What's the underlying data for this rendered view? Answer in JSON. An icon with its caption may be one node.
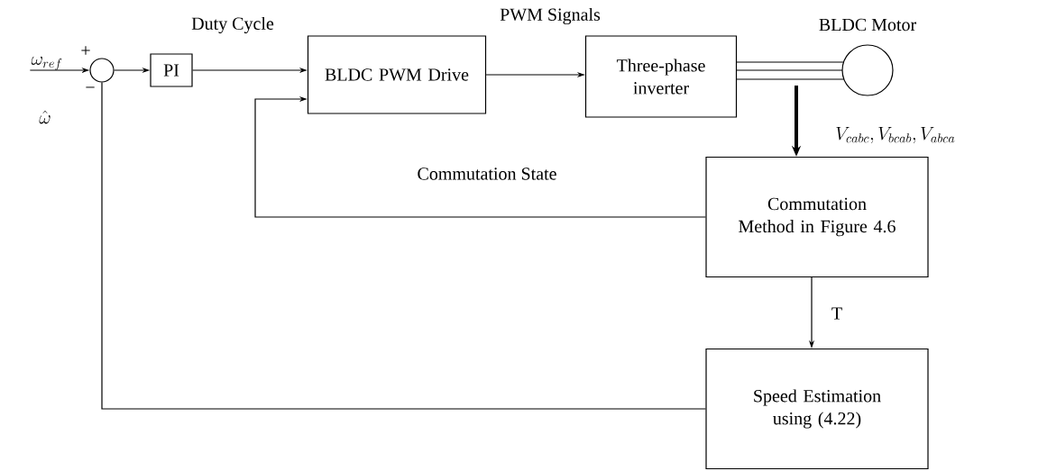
{
  "diagram": {
    "nodes": [
      {
        "text": [
          "\\omega_{ref}"
        ]
      },
      {
        "text": [],
        "shape": "circle"
      },
      {
        "text": [
          "PI"
        ]
      },
      {
        "text": [
          "BLDC PWM Drive"
        ]
      },
      {
        "text": [
          "Three-phase inverter"
        ]
      },
      {
        "text": [
          "BLDC Motor"
        ]
      },
      {
        "text": [
          "Commutation Method in Figure 4.6"
        ]
      },
      {
        "text": [
          "Speed Estimation using (4.22)"
        ]
      }
    ],
    "edges": [
      {
        "from": 0,
        "to": 1,
        "arrow": "to"
      },
      {
        "from": 1,
        "to": 2,
        "arrow": "to"
      },
      {
        "from": 2,
        "to": 3,
        "arrow": "to",
        "label": "Duty Cycle"
      },
      {
        "from": 3,
        "to": 4,
        "arrow": "to",
        "label": "PWM Signals"
      },
      {
        "from": 4,
        "to": 5,
        "arrow": "none"
      },
      {
        "from": null,
        "to": 6,
        "arrow": "to",
        "style": "thick",
        "label": "V_{cabc}, V_{bcab}, V_{abca}"
      },
      {
        "from": 6,
        "to": 3,
        "arrow": "to",
        "label": "Commutation State"
      },
      {
        "from": 6,
        "to": 7,
        "arrow": "to",
        "label": "T"
      },
      {
        "from": 7,
        "to": 1,
        "arrow": "none"
      },
      {
        "from": 4,
        "to": 5,
        "arrow": "none"
      },
      {
        "from": 4,
        "to": 5,
        "arrow": "none"
      }
    ],
    "labels": [
      "+",
      "−",
      "\\hat{\\omega}"
    ]
  }
}
